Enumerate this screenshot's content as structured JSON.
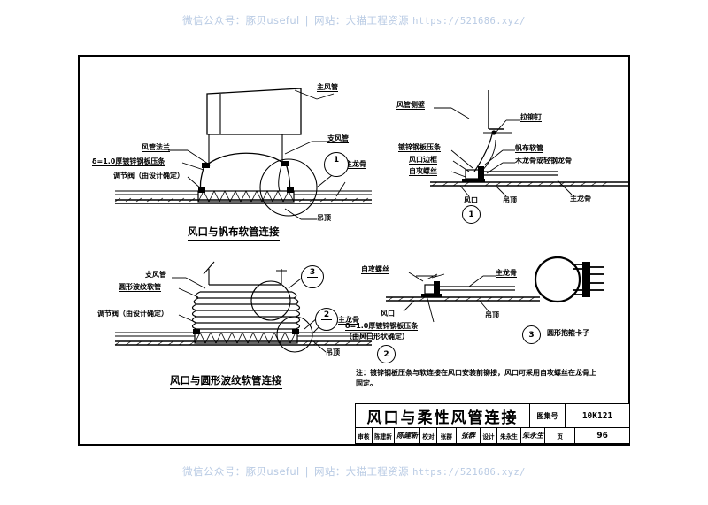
{
  "watermark": {
    "prefix": "微信公众号：",
    "account": "豚贝useful",
    "separator": "|",
    "site_prefix": "网站：",
    "site": "大猫工程资源",
    "url": "https://521686.xyz/",
    "color": "#b9cbe4"
  },
  "figures": {
    "fig1": {
      "caption": "风口与帆布软管连接",
      "labels": {
        "main_duct": "主风管",
        "branch_duct": "支风管",
        "duct_flange": "风管法兰",
        "press_strip": "δ=1.0厚镀锌钢板压条",
        "damper": "调节阀（由设计确定）",
        "main_keel": "主龙骨",
        "ceiling": "吊顶"
      },
      "bubble": "1"
    },
    "fig2": {
      "caption": "风口与圆形波纹软管连接",
      "labels": {
        "branch_duct": "支风管",
        "corrugated_hose": "圆形波纹软管",
        "damper": "调节阀（由设计确定）",
        "main_keel": "主龙骨",
        "ceiling": "吊顶"
      },
      "bubbles": [
        "3",
        "2"
      ]
    },
    "detail1": {
      "number": "1",
      "labels": {
        "duct_side_wall": "风管侧壁",
        "blind_rivet": "拉铆钉",
        "galv_press_strip": "镀锌钢板压条",
        "grille_frame": "风口边框",
        "self_tapping_screw": "自攻螺丝",
        "canvas_hose": "帆布软管",
        "wood_or_steel_keel": "木龙骨或轻钢龙骨",
        "air_grille": "风口",
        "ceiling": "吊顶",
        "main_keel": "主龙骨"
      }
    },
    "detail2": {
      "number": "2",
      "labels": {
        "self_tapping_screw": "自攻螺丝",
        "main_keel": "主龙骨",
        "air_grille": "风口",
        "ceiling": "吊顶",
        "press_strip": "δ=1.0厚镀锌钢板压条",
        "press_strip_note": "（由风口形状确定）"
      }
    },
    "detail3": {
      "number": "3",
      "label": "圆形抱箍卡子"
    }
  },
  "note": "注：镀锌钢板压条与软连接在风口安装前铆接，风口可采用自攻螺丝在龙骨上固定。",
  "title_block": {
    "title": "风口与柔性风管连接",
    "atlas_label": "图集号",
    "atlas_number": "10K121",
    "page_label": "页",
    "page_number": "96",
    "review_label": "审核",
    "review_name": "陈建新",
    "review_sign": "陈建新",
    "check_label": "校对",
    "check_name": "张群",
    "check_sign": "张群",
    "design_label": "设计",
    "design_name": "朱永生",
    "design_sign": "朱永生"
  }
}
